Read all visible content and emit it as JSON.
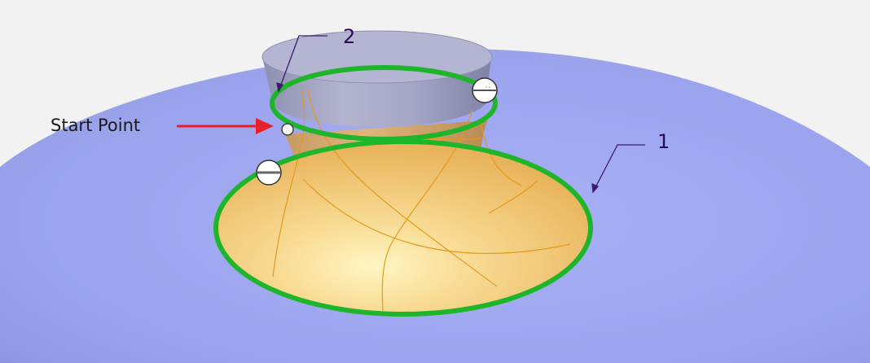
{
  "annotations": {
    "start_point_label": "Start Point",
    "callout_1": "1",
    "callout_2": "2"
  },
  "colors": {
    "background": "#f2f2f2",
    "base_surface": "#9fa7ee",
    "blend_surface": "#f3c87a",
    "cylinder": "#9a9dbf",
    "edge_curve": "#1fb52a",
    "arrow": "#e8202a",
    "callout_leader": "#3b1a70"
  },
  "icons": {
    "start_marker": "circle-point-icon",
    "direction_marker_top": "direction-handle-icon",
    "direction_marker_left": "direction-handle-icon"
  }
}
